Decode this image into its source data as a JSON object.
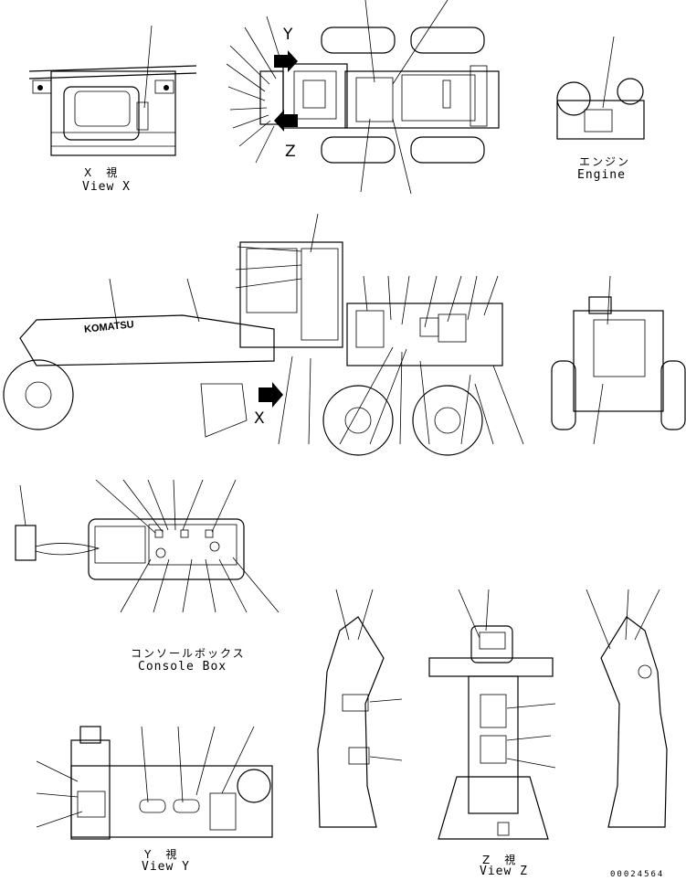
{
  "views": {
    "view_x": {
      "jp": "X　視",
      "en": "View X"
    },
    "engine": {
      "jp": "エンジン",
      "en": "Engine"
    },
    "console_box": {
      "jp": "コンソールボックス",
      "en": "Console Box"
    },
    "view_y": {
      "jp": "Y　視",
      "en": "View Y"
    },
    "view_z": {
      "jp": "Z　視",
      "en": "View Z"
    }
  },
  "arrow_labels": {
    "y": "Y",
    "z": "Z",
    "x": "X"
  },
  "brand": "KOMATSU",
  "drawing_number": "00024564"
}
